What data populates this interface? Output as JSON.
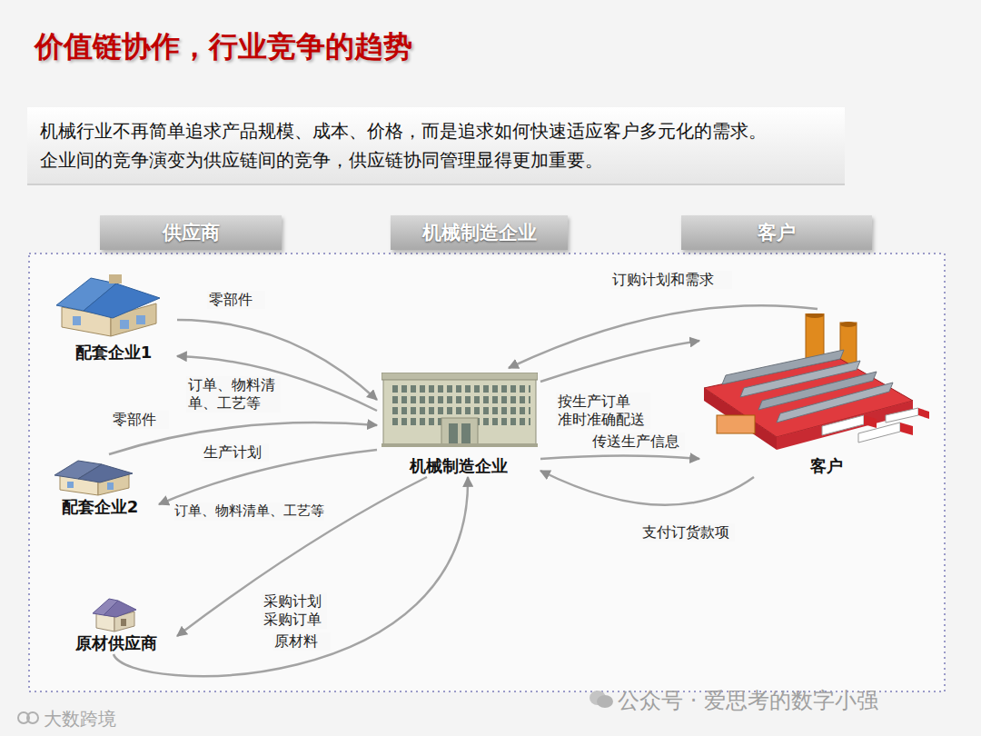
{
  "diagram": {
    "title": "价值链协作，行业竞争的趋势",
    "nodes": [
      {
        "text": [
          "机械行业不再简单追求产品规模、成本、价格，而是追求如何快速适应客户多元化的需求。企业间的竞争演变为供应链间的竞争，供应链协同管理显得更加重要。"
        ]
      },
      {
        "text": [
          "供应商"
        ]
      },
      {
        "text": [
          "机械制造企业"
        ]
      },
      {
        "text": [
          "客户"
        ]
      },
      {
        "text": [
          "配套企业1"
        ]
      },
      {
        "text": [
          "机械制造企业"
        ]
      },
      {
        "text": [
          "客户"
        ]
      },
      {
        "text": [
          "配套企业2"
        ]
      },
      {
        "text": [
          "原材供应商"
        ]
      }
    ],
    "edges": [
      {
        "from": 4,
        "to": 5,
        "label": "零部件",
        "arrow": "to"
      },
      {
        "from": 5,
        "to": 4,
        "label": "订单、物料清单、工艺等",
        "arrow": "to"
      },
      {
        "from": 7,
        "to": 5,
        "label": "零部件",
        "arrow": "to"
      },
      {
        "from": 5,
        "to": 7,
        "label": "生产计划",
        "arrow": "to"
      },
      {
        "from": 5,
        "to": 8,
        "label": "采购计划 采购订单",
        "arrow": "to"
      },
      {
        "from": 8,
        "to": 5,
        "label": "原材料",
        "arrow": "to"
      },
      {
        "from": 6,
        "to": 5,
        "label": "订购计划和需求",
        "arrow": "to"
      },
      {
        "from": 5,
        "to": 6,
        "label": "按生产订单 准时准确配送",
        "arrow": "to"
      },
      {
        "from": 5,
        "to": 6,
        "label": "传送生产信息",
        "arrow": "to"
      },
      {
        "from": 6,
        "to": 5,
        "label": "支付订货款项",
        "arrow": "to"
      }
    ],
    "labels": [
      "订单、物料清单、工艺等",
      "公众号 · 爱思考的数字小强",
      "大数跨境"
    ]
  }
}
